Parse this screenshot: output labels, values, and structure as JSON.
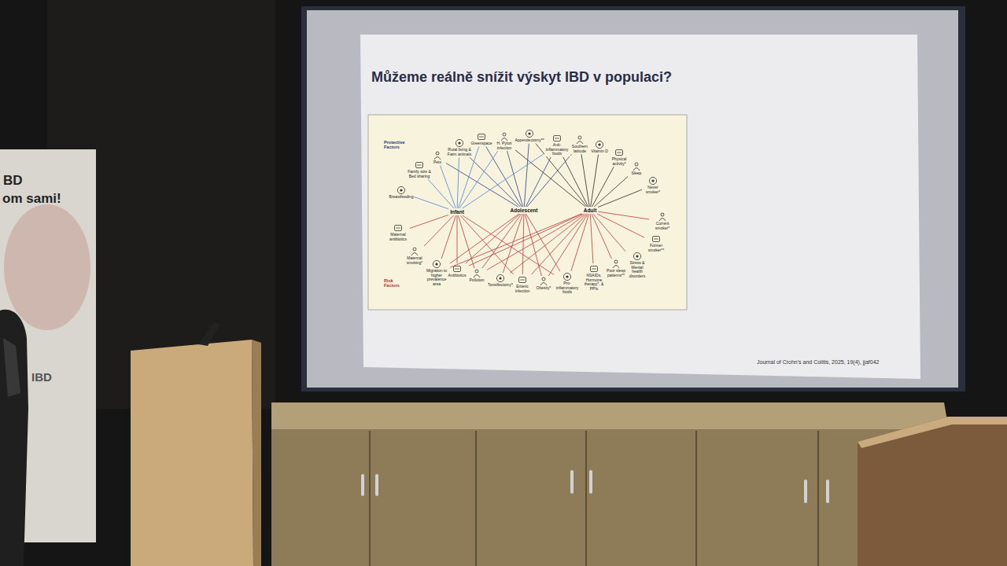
{
  "diagram": {
    "title": "Můžeme reálně snížit výskyt IBD v populaci?",
    "caption": "Journal of Crohn's and Colitis, 2025, 19(4), jjaf042",
    "nodes": [
      {
        "text": [
          "Breastfeeding"
        ]
      },
      {
        "text": [
          "Family size & Bed sharing"
        ]
      },
      {
        "text": [
          "Pets"
        ]
      },
      {
        "text": [
          "Rural living & Farm animals"
        ]
      },
      {
        "text": [
          "Greenspace"
        ]
      },
      {
        "text": [
          "H. Pylori infection"
        ]
      },
      {
        "text": [
          "Appendectomy**"
        ]
      },
      {
        "text": [
          "Anti-inflammatory foods"
        ]
      },
      {
        "text": [
          "Southern latitude"
        ]
      },
      {
        "text": [
          "Vitamin D"
        ]
      },
      {
        "text": [
          "Physical activity*"
        ]
      },
      {
        "text": [
          "Sleep"
        ]
      },
      {
        "text": [
          "Never smoker*"
        ]
      },
      {
        "text": [
          "Infant"
        ]
      },
      {
        "text": [
          "Adolescent"
        ]
      },
      {
        "text": [
          "Adult"
        ]
      },
      {
        "text": [
          "Maternal antibiotics"
        ]
      },
      {
        "text": [
          "Maternal smoking*"
        ]
      },
      {
        "text": [
          "Migration to higher prevalence area"
        ]
      },
      {
        "text": [
          "Antibiotics"
        ]
      },
      {
        "text": [
          "Pollution"
        ]
      },
      {
        "text": [
          "Tonsillectomy*"
        ]
      },
      {
        "text": [
          "Enteric infection"
        ]
      },
      {
        "text": [
          "Obesity*"
        ]
      },
      {
        "text": [
          "Pro-inflammatory foods"
        ]
      },
      {
        "text": [
          "NSAIDs, Hormone therapy*, & PPIs"
        ]
      },
      {
        "text": [
          "Poor sleep patterns**"
        ]
      },
      {
        "text": [
          "Stress & Mental health disorders"
        ]
      },
      {
        "text": [
          "Former smoker**"
        ]
      },
      {
        "text": [
          "Current smoker*"
        ]
      }
    ],
    "edges": [
      {
        "from": 0,
        "to": 13,
        "arrow": "none"
      },
      {
        "from": 1,
        "to": 13,
        "arrow": "none"
      },
      {
        "from": 2,
        "to": 13,
        "arrow": "none"
      },
      {
        "from": 2,
        "to": 14,
        "arrow": "none"
      },
      {
        "from": 3,
        "to": 13,
        "arrow": "none"
      },
      {
        "from": 3,
        "to": 14,
        "arrow": "none"
      },
      {
        "from": 4,
        "to": 13,
        "arrow": "none"
      },
      {
        "from": 4,
        "to": 14,
        "arrow": "none"
      },
      {
        "from": 5,
        "to": 13,
        "arrow": "none"
      },
      {
        "from": 5,
        "to": 14,
        "arrow": "none"
      },
      {
        "from": 5,
        "to": 15,
        "arrow": "none"
      },
      {
        "from": 6,
        "to": 14,
        "arrow": "none"
      },
      {
        "from": 6,
        "to": 15,
        "arrow": "none"
      },
      {
        "from": 7,
        "to": 13,
        "arrow": "none"
      },
      {
        "from": 7,
        "to": 14,
        "arrow": "none"
      },
      {
        "from": 7,
        "to": 15,
        "arrow": "none"
      },
      {
        "from": 8,
        "to": 14,
        "arrow": "none"
      },
      {
        "from": 8,
        "to": 15,
        "arrow": "none"
      },
      {
        "from": 9,
        "to": 15,
        "arrow": "none"
      },
      {
        "from": 10,
        "to": 15,
        "arrow": "none"
      },
      {
        "from": 11,
        "to": 15,
        "arrow": "none"
      },
      {
        "from": 12,
        "to": 15,
        "arrow": "none"
      },
      {
        "from": 16,
        "to": 13,
        "arrow": "none"
      },
      {
        "from": 17,
        "to": 13,
        "arrow": "none"
      },
      {
        "from": 18,
        "to": 13,
        "arrow": "none"
      },
      {
        "from": 18,
        "to": 14,
        "arrow": "none"
      },
      {
        "from": 18,
        "to": 15,
        "arrow": "none"
      },
      {
        "from": 19,
        "to": 13,
        "arrow": "none"
      },
      {
        "from": 19,
        "to": 14,
        "arrow": "none"
      },
      {
        "from": 19,
        "to": 15,
        "arrow": "none"
      },
      {
        "from": 20,
        "to": 13,
        "arrow": "none"
      },
      {
        "from": 20,
        "to": 14,
        "arrow": "none"
      },
      {
        "from": 20,
        "to": 15,
        "arrow": "none"
      },
      {
        "from": 21,
        "to": 14,
        "arrow": "none"
      },
      {
        "from": 21,
        "to": 15,
        "arrow": "none"
      },
      {
        "from": 22,
        "to": 13,
        "arrow": "none"
      },
      {
        "from": 22,
        "to": 14,
        "arrow": "none"
      },
      {
        "from": 22,
        "to": 15,
        "arrow": "none"
      },
      {
        "from": 23,
        "to": 14,
        "arrow": "none"
      },
      {
        "from": 23,
        "to": 15,
        "arrow": "none"
      },
      {
        "from": 24,
        "to": 13,
        "arrow": "none"
      },
      {
        "from": 24,
        "to": 14,
        "arrow": "none"
      },
      {
        "from": 24,
        "to": 15,
        "arrow": "none"
      },
      {
        "from": 25,
        "to": 15,
        "arrow": "none"
      },
      {
        "from": 26,
        "to": 15,
        "arrow": "none"
      },
      {
        "from": 27,
        "to": 15,
        "arrow": "none"
      },
      {
        "from": 28,
        "to": 15,
        "arrow": "none"
      },
      {
        "from": 29,
        "to": 15,
        "arrow": "none"
      }
    ],
    "labels": [
      "Protective Factors",
      "Risk Factors",
      "BD",
      "om sami!",
      "IBD"
    ]
  }
}
